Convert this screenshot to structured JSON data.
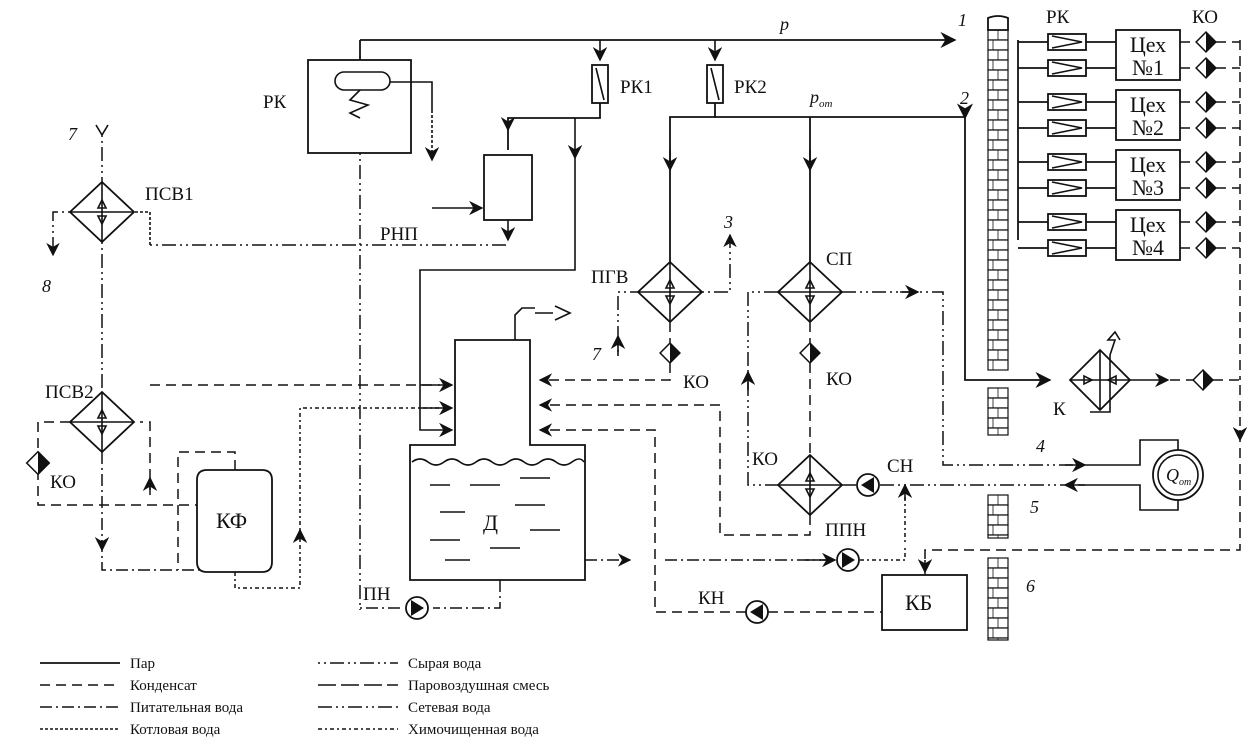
{
  "labels": {
    "p": "p",
    "p_ot": "p",
    "p_ot_sub": "от",
    "rk_top": "РК",
    "rk1": "РК1",
    "rk2": "РК2",
    "rk_right": "РК",
    "ko_right": "КО",
    "psv1": "ПСВ1",
    "psv2": "ПСВ2",
    "rnp": "РНП",
    "pgv": "ПГВ",
    "sp": "СП",
    "ko_pgv": "КО",
    "ko_sp": "КО",
    "ko_left": "КО",
    "ko_mid": "КО",
    "sn": "СН",
    "ppn": "ППН",
    "kn": "КН",
    "pn": "ПН",
    "kf": "КФ",
    "d": "Д",
    "kb": "КБ",
    "k": "К",
    "q": "Q",
    "q_sub": "от",
    "shops": [
      {
        "line1": "Цех",
        "line2": "№1"
      },
      {
        "line1": "Цех",
        "line2": "№2"
      },
      {
        "line1": "Цех",
        "line2": "№3"
      },
      {
        "line1": "Цех",
        "line2": "№4"
      }
    ]
  },
  "numbers": {
    "n1": "1",
    "n2": "2",
    "n3": "3",
    "n4": "4",
    "n5": "5",
    "n6": "6",
    "n7_top": "7",
    "n7_mid": "7",
    "n8": "8"
  },
  "legend": [
    {
      "text": "Пар",
      "style": "steam"
    },
    {
      "text": "Конденсат",
      "style": "cond"
    },
    {
      "text": "Питательная вода",
      "style": "feed"
    },
    {
      "text": "Котловая вода",
      "style": "boil"
    },
    {
      "text": "Сырая вода",
      "style": "raw"
    },
    {
      "text": "Паровоздушная смесь",
      "style": "air"
    },
    {
      "text": "Сетевая вода",
      "style": "net"
    },
    {
      "text": "Химочищенная вода",
      "style": "chem"
    }
  ]
}
